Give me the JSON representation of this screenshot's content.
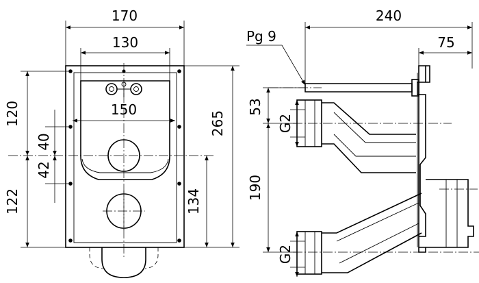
{
  "dimensions": {
    "width_170": "170",
    "width_130": "130",
    "width_150": "150",
    "height_120": "120",
    "height_40": "40",
    "height_42": "42",
    "height_122": "122",
    "height_265": "265",
    "height_134": "134",
    "depth_240": "240",
    "depth_75": "75",
    "height_53": "53",
    "height_190": "190"
  },
  "labels": {
    "cable_gland": "Pg 9",
    "thread_upper": "G2",
    "thread_lower": "G2"
  }
}
